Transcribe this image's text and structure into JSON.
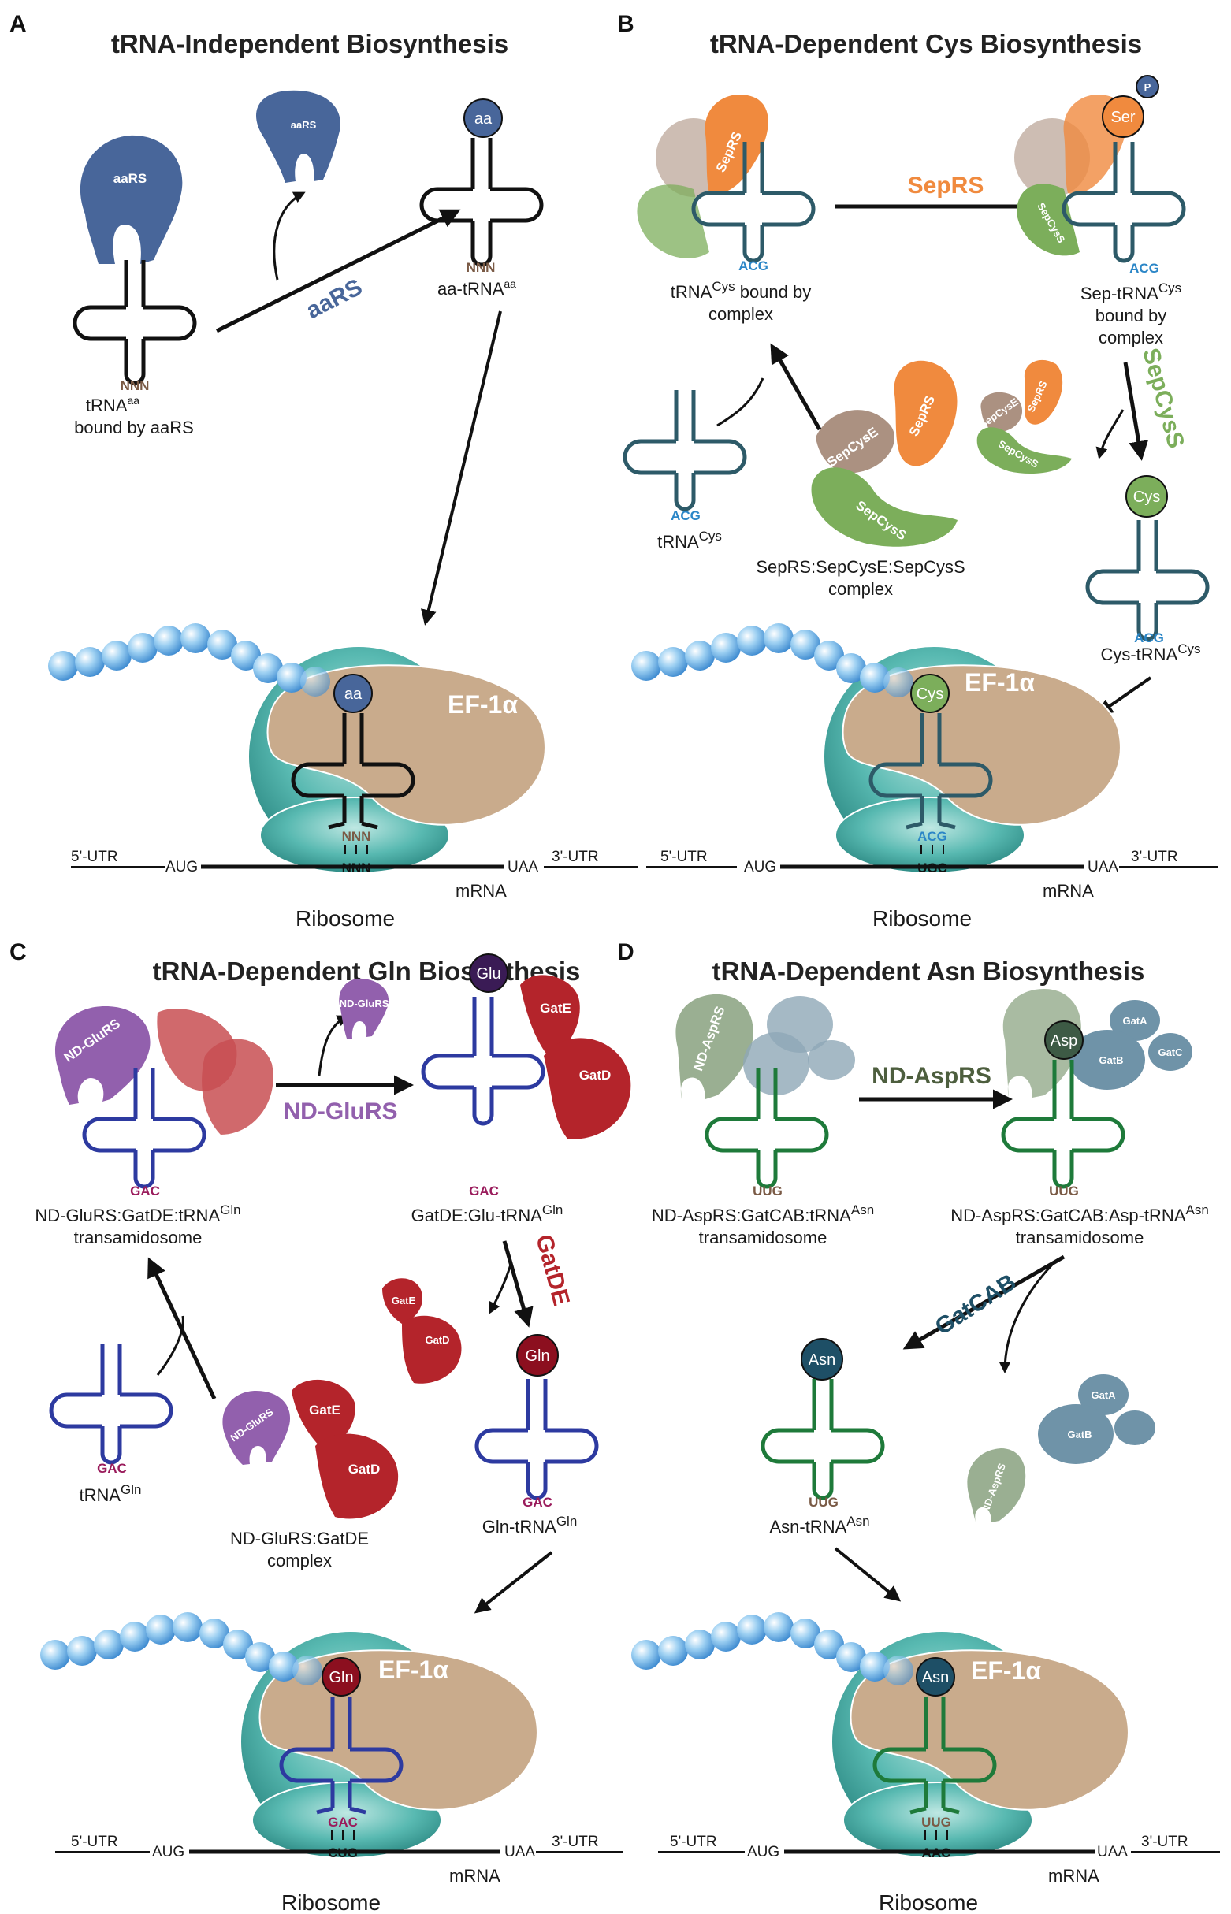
{
  "colors": {
    "aars_blue": "#48669a",
    "sep_orange": "#f08a3e",
    "sepcyss_green": "#7cae5b",
    "sepcyse_tan": "#ab9181",
    "tan_ef": "#c9ab8c",
    "teal_ribo": "#56b9b2",
    "bead_blue": "#8ac3ea",
    "glurs_purple": "#9260ad",
    "gat_red": "#b4242b",
    "gln_red": "#8c0f1f",
    "asp_green": "#9aaf92",
    "gatcab_blue": "#6f93a8",
    "trna_teal": "#2d5a68",
    "trna_blue": "#2d3aa0",
    "trna_green": "#1e7a3a",
    "codon_blue": "#2b86c7",
    "codon_magenta": "#9a1c5c",
    "codon_brown": "#7a5a45"
  },
  "panels": {
    "A": {
      "letter": "A",
      "title": "tRNA-Independent Biosynthesis",
      "aars_left": "aaRS",
      "aars_free": "aaRS",
      "arrow_label": "aaRS",
      "trna_anticodon": "NNN",
      "trna_label_main": "tRNA",
      "trna_label_sup": "aa",
      "trna_label_line2": "bound by aaRS",
      "charged_aa": "aa",
      "charged_anticodon": "NNN",
      "charged_label_main": "aa-tRNA",
      "charged_label_sup": "aa",
      "ef": "EF-1α",
      "ribo_aa": "aa",
      "ribo_anticodon": "NNN",
      "ribo_codon": "NNN",
      "utr5": "5'-UTR",
      "utr3": "3'-UTR",
      "start": "AUG",
      "stop": "UAA",
      "mrna": "mRNA",
      "ribosome": "Ribosome"
    },
    "B": {
      "letter": "B",
      "title": "tRNA-Dependent Cys Biosynthesis",
      "seprs": "SepRS",
      "sepcyss": "SepCysS",
      "sepcyse": "SepCysE",
      "arrow1": "SepRS",
      "arrow2": "SepCysS",
      "ser": "Ser",
      "phos": "P",
      "cys": "Cys",
      "anticodon": "ACG",
      "label1_a": "tRNA",
      "label1_sup": "Cys",
      "label1_b": " bound by",
      "label1_c": "complex",
      "label2_a": "Sep-tRNA",
      "label2_sup": "Cys",
      "label2_b": "bound by",
      "label2_c": "complex",
      "label3_a": "tRNA",
      "label3_sup": "Cys",
      "label4_a": "SepRS:SepCysE:SepCysS",
      "label4_b": "complex",
      "label5_a": "Cys-tRNA",
      "label5_sup": "Cys",
      "ef": "EF-1α",
      "ribo_codon": "UGC",
      "utr5": "5'-UTR",
      "utr3": "3'-UTR",
      "start": "AUG",
      "stop": "UAA",
      "mrna": "mRNA",
      "ribosome": "Ribosome"
    },
    "C": {
      "letter": "C",
      "title": "tRNA-Dependent Gln Biosynthesis",
      "glurs": "ND-GluRS",
      "gate": "GatE",
      "gatd": "GatD",
      "arrow1": "ND-GluRS",
      "arrow2": "GatDE",
      "glu": "Glu",
      "gln": "Gln",
      "anticodon": "GAC",
      "label1_a": "ND-GluRS:GatDE:tRNA",
      "label1_sup": "Gln",
      "label1_b": "transamidosome",
      "label2_a": "GatDE:Glu-tRNA",
      "label2_sup": "Gln",
      "label3_a": "tRNA",
      "label3_sup": "Gln",
      "label4_a": "ND-GluRS:GatDE",
      "label4_b": "complex",
      "label5_a": "Gln-tRNA",
      "label5_sup": "Gln",
      "ef": "EF-1α",
      "ribo_codon": "CUG",
      "utr5": "5'-UTR",
      "utr3": "3'-UTR",
      "start": "AUG",
      "stop": "UAA",
      "mrna": "mRNA",
      "ribosome": "Ribosome"
    },
    "D": {
      "letter": "D",
      "title": "tRNA-Dependent Asn Biosynthesis",
      "asprs": "ND-AspRS",
      "gata": "GatA",
      "gatb": "GatB",
      "gatc": "GatC",
      "arrow1": "ND-AspRS",
      "arrow2": "GatCAB",
      "asp": "Asp",
      "asn": "Asn",
      "anticodon": "UUG",
      "label1_a": "ND-AspRS:GatCAB:tRNA",
      "label1_sup": "Asn",
      "label1_b": "transamidosome",
      "label2_a": "ND-AspRS:GatCAB:Asp-tRNA",
      "label2_sup": "Asn",
      "label2_b": "transamidosome",
      "label3_a": "Asn-tRNA",
      "label3_sup": "Asn",
      "ef": "EF-1α",
      "ribo_codon": "AAC",
      "utr5": "5'-UTR",
      "utr3": "3'-UTR",
      "start": "AUG",
      "stop": "UAA",
      "mrna": "mRNA",
      "ribosome": "Ribosome"
    }
  }
}
